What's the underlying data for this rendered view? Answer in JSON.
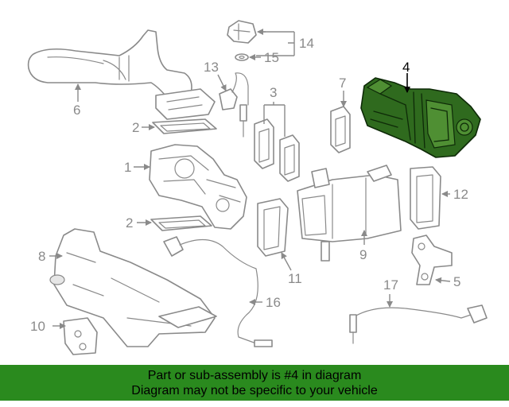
{
  "callouts": {
    "c1": "1",
    "c2a": "2",
    "c2b": "2",
    "c3": "3",
    "c4": "4",
    "c5": "5",
    "c6": "6",
    "c7": "7",
    "c8": "8",
    "c9": "9",
    "c10": "10",
    "c11": "11",
    "c12": "12",
    "c13": "13",
    "c14": "14",
    "c15": "15",
    "c16": "16",
    "c17": "17"
  },
  "highlighted_part": "4",
  "colors": {
    "line_art": "#8a8a8a",
    "highlight_fill": "#2f6a1e",
    "banner_background": "#2a8a1e",
    "banner_text": "#000000"
  },
  "banner": {
    "line1": "Part or sub-assembly is #4 in diagram",
    "line2": "Diagram may not be specific to your vehicle"
  }
}
